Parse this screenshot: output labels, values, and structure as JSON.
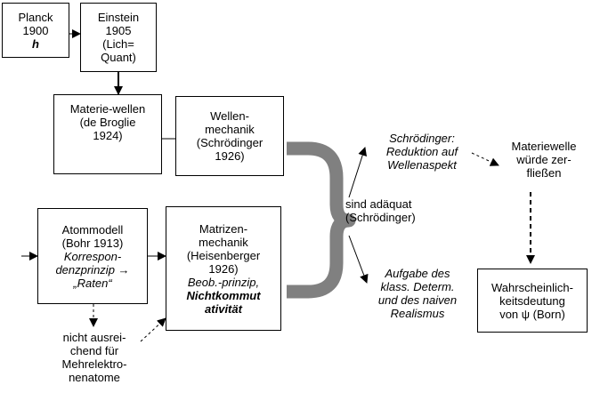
{
  "planck": {
    "l1": "Planck",
    "l2": "1900",
    "l3": "h"
  },
  "einstein": {
    "l1": "Einstein",
    "l2": "1905",
    "l3": "(Lich=",
    "l4": "Quant)"
  },
  "debroglie": {
    "l1": "Materie-wellen",
    "l2": "(de Broglie",
    "l3": "1924)"
  },
  "wellen": {
    "l1": "Wellen-",
    "l2": "mechanik",
    "l3": "(Schrödinger",
    "l4": "1926)"
  },
  "bohr": {
    "l1": "Atommodell",
    "l2": "(Bohr 1913)",
    "l3": "Korrespon-",
    "l4": "denzprinzip →",
    "l5": "„Raten“"
  },
  "matrizen": {
    "l1": "Matrizen-",
    "l2": "mechanik",
    "l3": "(Heisenberger",
    "l4": "1926)",
    "l5": "Beob.-prinzip,",
    "l6": "Nichtkommut",
    "l7": "ativität"
  },
  "schroedinger_reduktion": {
    "l1": "Schrödinger:",
    "l2": "Reduktion auf",
    "l3": "Wellenaspekt"
  },
  "materiewelle": {
    "l1": "Materiewelle",
    "l2": "würde zer-",
    "l3": "fließen"
  },
  "adaequat": {
    "l1": "sind adäquat",
    "l2": "(Schrödinger)"
  },
  "aufgabe": {
    "l1": "Aufgabe des",
    "l2": "klass. Determ.",
    "l3": "und des naiven",
    "l4": "Realismus"
  },
  "born": {
    "l1": "Wahrscheinlich-",
    "l2": "keitsdeutung",
    "l3": "von ψ (Born)"
  },
  "nicht": {
    "l1": "nicht ausrei-",
    "l2": "chend für",
    "l3": "Mehrelektro-",
    "l4": "nenatome"
  },
  "colors": {
    "brace": "#808080",
    "line": "#000000",
    "background": "#ffffff"
  }
}
